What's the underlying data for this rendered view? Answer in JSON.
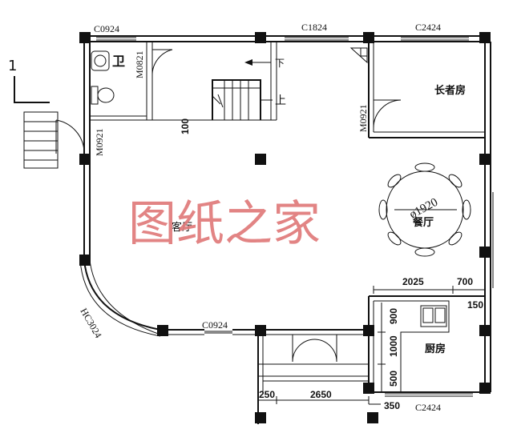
{
  "labels": {
    "section_mark": "1",
    "win_top_left": "C0924",
    "win_top_mid": "C1824",
    "win_top_right": "C2424",
    "door_bath": "M0821",
    "door_left": "M0921",
    "door_elder": "M0921",
    "bath_room": "卫",
    "elder_room": "长者房",
    "living_room": "客厅",
    "dining_room": "餐厅",
    "kitchen": "厨房",
    "stair_down": "下",
    "stair_up": "上",
    "table_dia": "ø1920",
    "curved_win": "HC3024",
    "win_bottom": "C0924",
    "win_bottom_right": "C2424",
    "watermark": "图纸之家"
  },
  "dims": {
    "d100": "100",
    "d2025": "2025",
    "d700": "700",
    "d150": "150",
    "d900": "900",
    "d1000": "1000",
    "d500": "500",
    "d250": "250",
    "d2650": "2650",
    "d350": "350"
  }
}
